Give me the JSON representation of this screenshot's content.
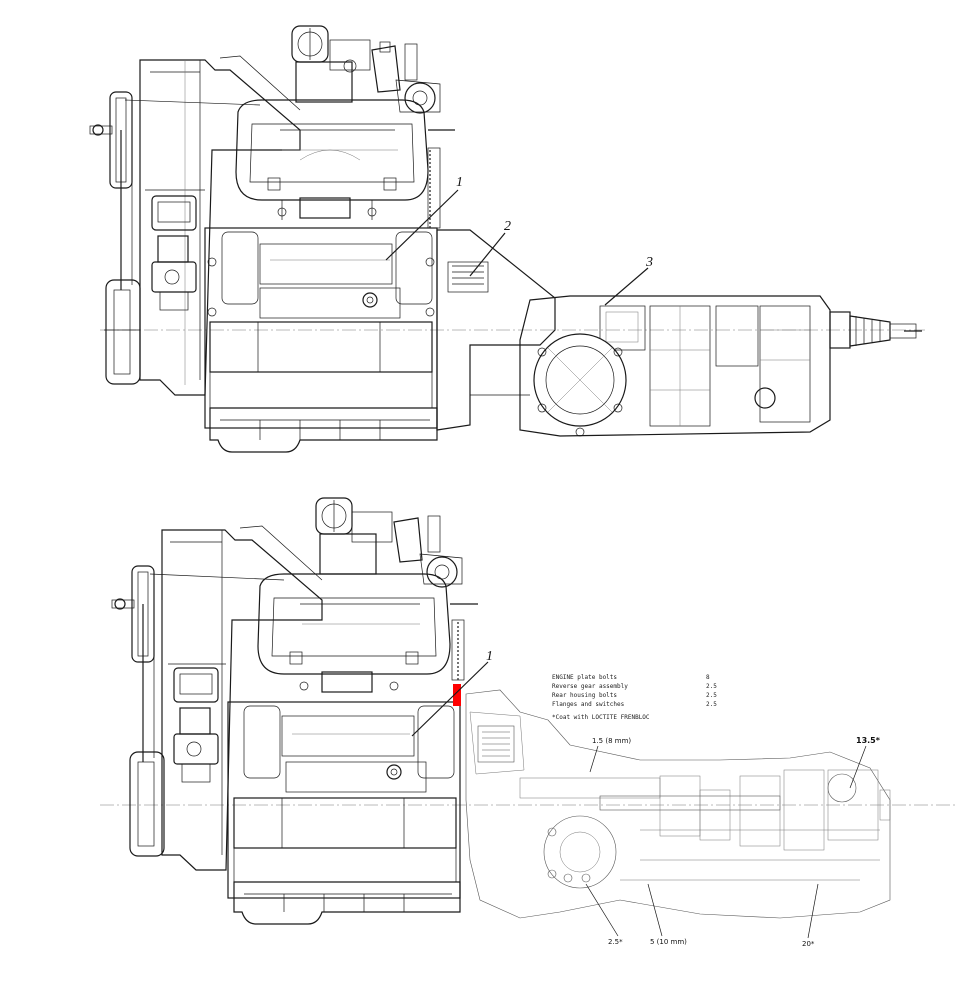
{
  "top_diagram": {
    "callouts": [
      "1",
      "2",
      "3"
    ]
  },
  "bottom_diagram": {
    "callouts": [
      "1"
    ],
    "spec_table": {
      "rows": [
        {
          "label": "ENGINE plate bolts",
          "value": "8"
        },
        {
          "label": "Reverse gear assembly",
          "value": "2.5"
        },
        {
          "label": "Rear housing bolts",
          "value": "2.5"
        },
        {
          "label": "Flanges and switches",
          "value": "2.5"
        }
      ],
      "note": "*Coat with LOCTITE FRENBLOC"
    },
    "dimensions": {
      "d1": "1.5 (8 mm)",
      "d2": "13.5*",
      "d3": "2.5*",
      "d4": "5 (10 mm)",
      "d5": "20*"
    },
    "highlight_color": "#ff0000"
  }
}
